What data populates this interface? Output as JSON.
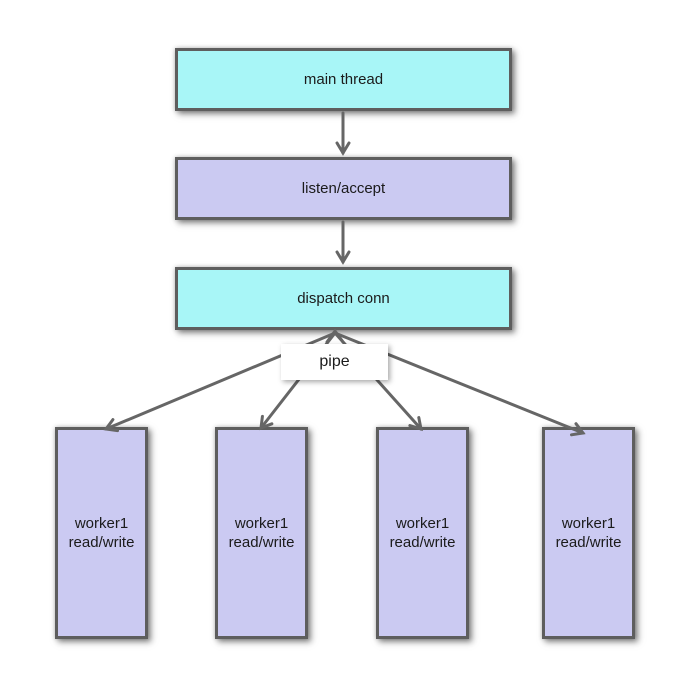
{
  "diagram": {
    "nodes": {
      "main": {
        "label": "main thread"
      },
      "listen": {
        "label": "listen/accept"
      },
      "dispatch": {
        "label": "dispatch conn"
      },
      "pipe": {
        "label": "pipe"
      }
    },
    "workers": [
      {
        "label": "worker1\nread/write"
      },
      {
        "label": "worker1\nread/write"
      },
      {
        "label": "worker1\nread/write"
      },
      {
        "label": "worker1\nread/write"
      }
    ],
    "colors": {
      "cyan_fill": "#a8f6f7",
      "lavender_fill": "#cbcaf2",
      "box_border": "#5e5e5e",
      "arrow": "#666666",
      "pipe_fill": "#ffffff",
      "text": "#1b1b1b",
      "background": "#ffffff"
    }
  }
}
